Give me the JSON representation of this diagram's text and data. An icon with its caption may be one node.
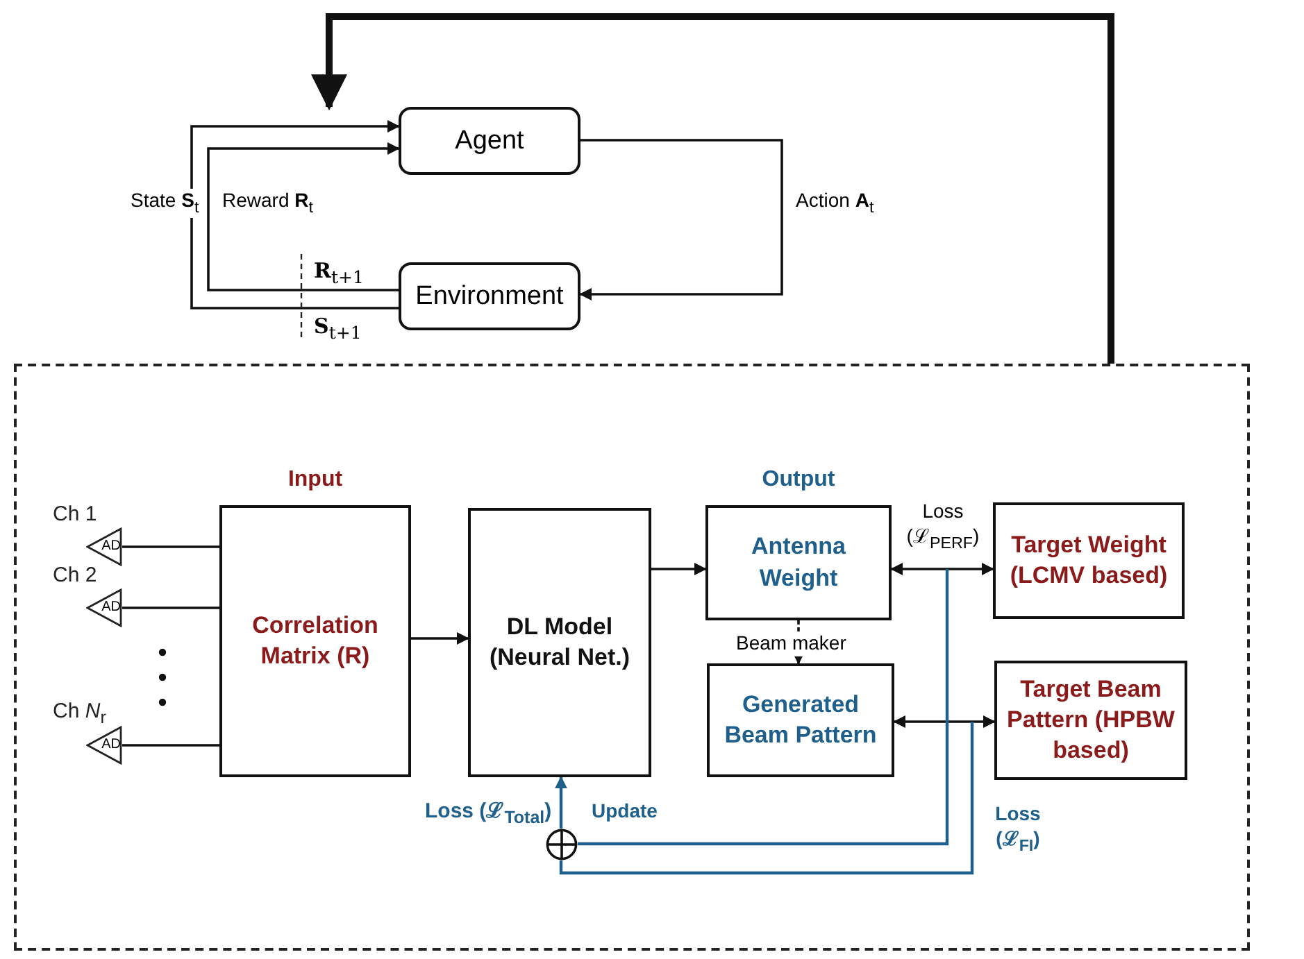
{
  "diagram": {
    "nodes": [
      {
        "text": [
          "Agent"
        ]
      },
      {
        "text": [
          "Environment"
        ]
      },
      {
        "text": [],
        "shape": "box"
      },
      {
        "text": [
          "AD"
        ],
        "beside": [
          "Ch 1"
        ],
        "in": 2
      },
      {
        "text": [
          "AD"
        ],
        "beside": [
          "Ch 2"
        ],
        "in": 2
      },
      {
        "text": [
          "AD"
        ],
        "beside": [
          "Ch *N*$_{r}$"
        ],
        "in": 2
      },
      {
        "text": [
          "Input",
          "Correlation Matrix (**R**)"
        ],
        "in": 2
      },
      {
        "text": [
          "DL Model (Neural Net.)"
        ],
        "in": 2
      },
      {
        "text": [
          "Output",
          "Antenna Weight"
        ],
        "in": 2
      },
      {
        "text": [
          "Generated Beam Pattern"
        ],
        "in": 2
      },
      {
        "text": [
          "Target Weight (LCMV based)"
        ],
        "in": 2
      },
      {
        "text": [
          "Target Beam Pattern (HPBW based)"
        ],
        "in": 2
      },
      {
        "text": [],
        "shape": "circle",
        "beside": [
          "Loss (ℒ$_{Total}$)"
        ],
        "in": 2
      }
    ],
    "edges": [
      {
        "from": 2,
        "to": 0,
        "arrow": "to",
        "style": "thick"
      },
      {
        "from": 1,
        "to": 0,
        "arrow": "to",
        "label": "State **S**$_{t}$"
      },
      {
        "from": 1,
        "to": 0,
        "arrow": "to",
        "label": "Reward **R**$_{t}$"
      },
      {
        "from": 0,
        "to": 1,
        "arrow": "to",
        "label": "Action **A**$_{t}$"
      },
      {
        "from": 3,
        "to": 6,
        "arrow": "none"
      },
      {
        "from": 4,
        "to": 6,
        "arrow": "none"
      },
      {
        "from": 5,
        "to": 6,
        "arrow": "none"
      },
      {
        "from": 6,
        "to": 7,
        "arrow": "to"
      },
      {
        "from": 7,
        "to": 8,
        "arrow": "to"
      },
      {
        "from": 8,
        "to": 9,
        "arrow": "to",
        "style": "dashed",
        "label": "Beam maker"
      },
      {
        "from": 8,
        "to": 10,
        "arrow": "both",
        "label": "Loss (ℒ$_{PERF}$)"
      },
      {
        "from": 9,
        "to": 11,
        "arrow": "both"
      },
      {
        "from": null,
        "to": 12,
        "arrow": "none",
        "color": "#1f5f8b"
      },
      {
        "from": null,
        "to": 12,
        "arrow": "none",
        "color": "#1f5f8b",
        "label": "Loss (ℒ$_{FI}$)"
      },
      {
        "from": 12,
        "to": 7,
        "arrow": "to",
        "color": "#1f5f8b",
        "label": "Update"
      }
    ],
    "labels": [
      "**R**$_{t+1}$",
      "**S**$_{t+1}$"
    ]
  }
}
